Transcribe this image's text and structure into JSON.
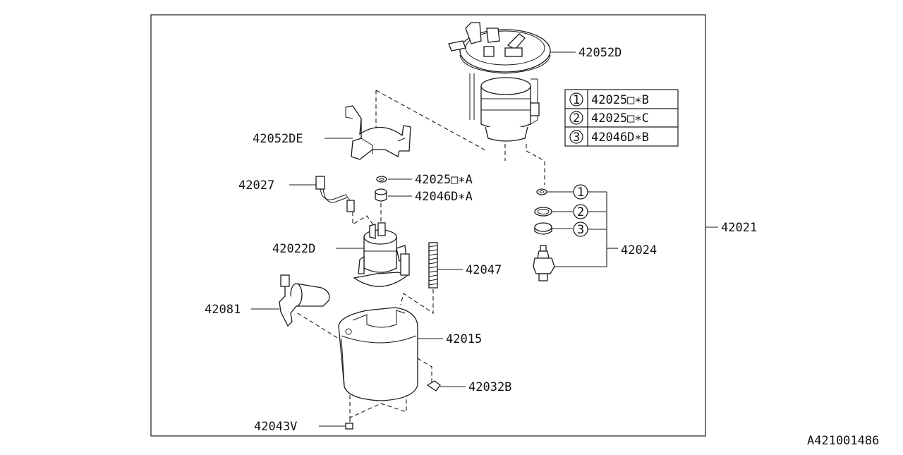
{
  "diagram": {
    "figure_id": "A421001486",
    "labels": {
      "assy_top": "42052D",
      "bracket": "42052DE",
      "harness": "42027",
      "oring_a": "42025□∗A",
      "cap_a": "42046D∗A",
      "pump": "42022D",
      "spring": "42047",
      "sensor": "42081",
      "reservoir": "42015",
      "clip": "42032B",
      "filter": "42043V",
      "regulator": "42024",
      "assembly": "42021"
    },
    "legend": [
      {
        "num": "1",
        "part": "42025□∗B"
      },
      {
        "num": "2",
        "part": "42025□∗C"
      },
      {
        "num": "3",
        "part": "42046D∗B"
      }
    ],
    "callouts": [
      "1",
      "2",
      "3"
    ]
  }
}
